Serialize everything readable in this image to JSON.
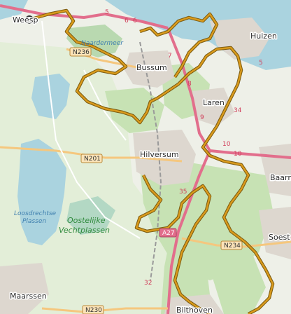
{
  "map": {
    "places": {
      "weesp": "Weesp",
      "huizen": "Huizen",
      "bussum": "Bussum",
      "laren": "Laren",
      "hilversum": "Hilversum",
      "baarn": "Baarn",
      "soest": "Soest",
      "maarssen": "Maarssen",
      "bilthoven": "Bilthoven"
    },
    "water": {
      "naardermeer": "Naardermeer",
      "loosdrechtse_1": "Loosdrechtse",
      "loosdrechtse_2": "Plassen"
    },
    "nature": {
      "oostelijke": "Oostelijke",
      "vechtplassen": "Vechtplassen"
    },
    "roads": {
      "n236": "N236",
      "n201": "N201",
      "a27": "A27",
      "n234": "N234",
      "n230": "N230"
    },
    "route_numbers": {
      "r5a": "5",
      "r6a": "6",
      "r6b": "6",
      "r7": "7",
      "r8": "8",
      "r5b": "5",
      "r34": "34",
      "r9": "9",
      "r10a": "10",
      "r10b": "10",
      "r35": "35",
      "r32": "32"
    },
    "colors": {
      "route": "#d99a1c",
      "forest": "#c7e2b4",
      "water": "#aad3df",
      "motorway": "#e26e8c"
    }
  }
}
